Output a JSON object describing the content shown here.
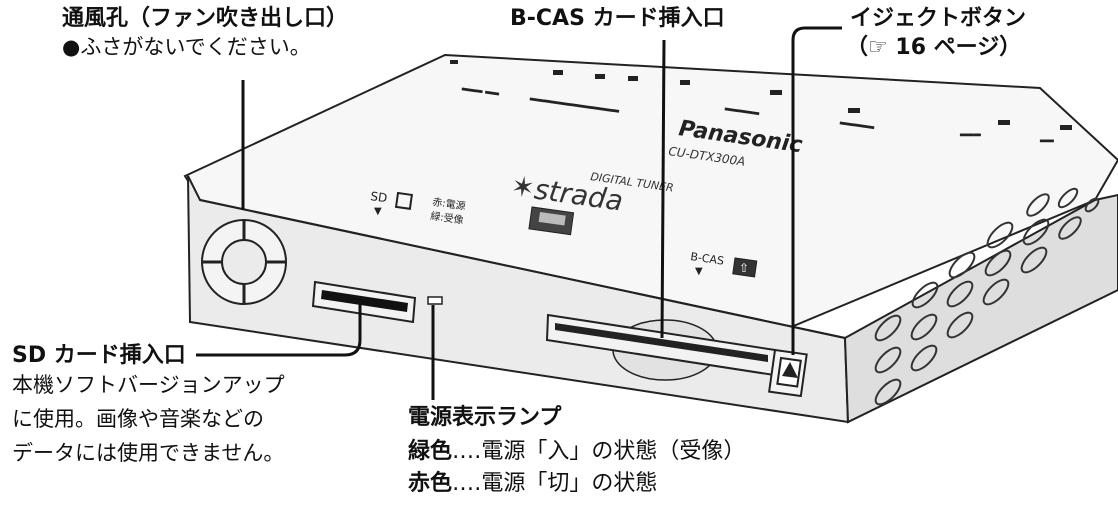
{
  "callouts": {
    "vent": {
      "title": "通風孔（ファン吹き出し口）",
      "note": "●ふさがないでください。"
    },
    "bcas_slot": {
      "title": "B-CAS カード挿入口"
    },
    "eject_button": {
      "title": "イジェクトボタン",
      "ref": "（☞ 16 ページ）"
    },
    "sd_slot": {
      "title": "SD カード挿入口",
      "desc_lines": [
        "本機ソフトバージョンアップ",
        "に使用。画像や音楽などの",
        "データには使用できません。"
      ]
    },
    "power_lamp": {
      "title": "電源表示ランプ",
      "green_label": "緑色",
      "green_desc": "‥‥電源「入」の状態（受像）",
      "red_label": "赤色",
      "red_desc": "‥‥電源「切」の状態"
    }
  },
  "device": {
    "brand": "Panasonic",
    "model": "CU-DTX300A",
    "product_line": "DIGITAL TUNER",
    "logo_text": "✶strada",
    "sd_label": "SD",
    "sd_lamp_label_1": "赤:電源",
    "sd_lamp_label_2": "緑:受像",
    "bcas_label": "B-CAS"
  }
}
